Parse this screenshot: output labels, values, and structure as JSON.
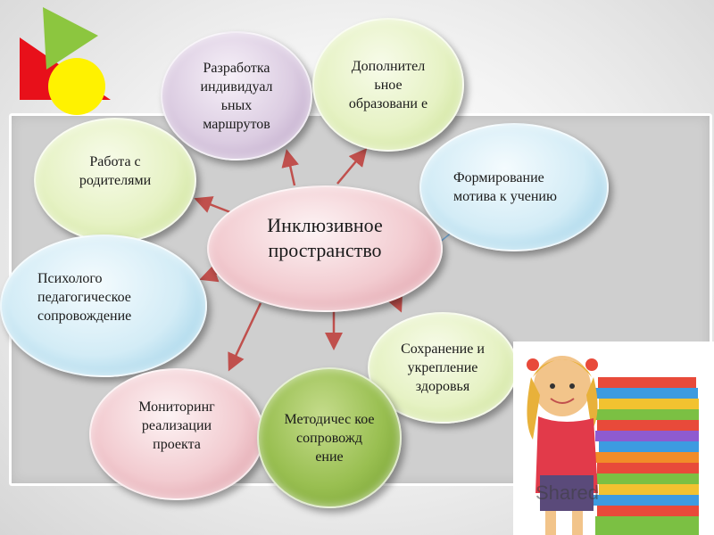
{
  "center": {
    "label": "Инклюзивное пространство"
  },
  "nodes": {
    "individual_routes": "Разработка индивидуал ьных маршрутов",
    "additional_education": "Дополнител ьное образовани е",
    "learning_motivation": "Формирование мотива к учению",
    "work_with_parents": "Работа с родителями",
    "psych_support": "Психолого педагогическое сопровождение",
    "health": "Сохранение и укрепление здоровья",
    "monitoring": "Мониторинг реализации проекта",
    "methodical_support": "Методичес кое сопровожд ение"
  },
  "watermark": {
    "text": "Shared"
  },
  "colors": {
    "arrow": "#c0504d",
    "connector_blue": "#6fa8d6",
    "triangle_red": "#e8101a",
    "triangle_green": "#8cc63f",
    "circle_yellow": "#fff200"
  }
}
